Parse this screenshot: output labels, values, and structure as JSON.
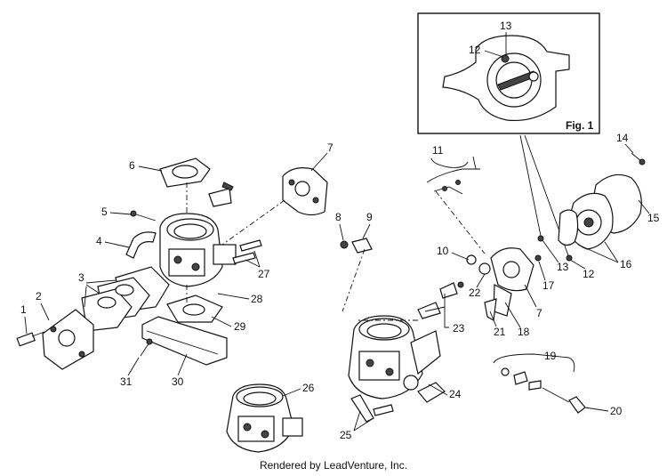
{
  "inset": {
    "caption": "Fig. 1"
  },
  "callouts": [
    "1",
    "2",
    "3",
    "4",
    "5",
    "6",
    "7",
    "8",
    "9",
    "10",
    "11",
    "12",
    "13",
    "14",
    "15",
    "16",
    "17",
    "18",
    "19",
    "20",
    "21",
    "22",
    "23",
    "24",
    "25",
    "26",
    "27",
    "28",
    "29",
    "30",
    "31"
  ],
  "inset_callouts": {
    "left": "12",
    "top": "13"
  },
  "extra_callouts": {
    "seven_right": "7",
    "twelve_right": "12",
    "thirteen_right": "13"
  },
  "footer": {
    "credit": "Rendered by LeadVenture, Inc."
  }
}
